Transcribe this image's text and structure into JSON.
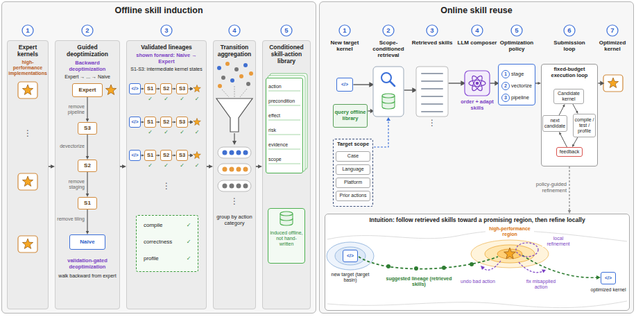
{
  "diagram": {
    "nodes": [
      {
        "text": [
          "Offline skill induction"
        ]
      },
      {
        "text": [
          "Expert kernels",
          "high-performance implementations"
        ],
        "in": 0
      },
      {
        "text": [
          "Guided deoptimization",
          "Backward deoptimization",
          "Expert → ... → Naive",
          "validation-gated deoptimization",
          "walk backward from expert"
        ],
        "in": 0
      },
      {
        "text": [
          "Expert"
        ],
        "in": 2
      },
      {
        "text": [
          "S3"
        ],
        "in": 2
      },
      {
        "text": [
          "S2"
        ],
        "in": 2
      },
      {
        "text": [
          "S1"
        ],
        "in": 2
      },
      {
        "text": [
          "Naive"
        ],
        "in": 2
      },
      {
        "text": [
          "Validated lineages",
          "shown forward: Naive → Expert",
          "S1-S3: intermediate kernel states"
        ],
        "in": 0
      },
      {
        "text": [
          "</>"
        ],
        "in": 8
      },
      {
        "text": [
          "S1"
        ],
        "in": 8
      },
      {
        "text": [
          "S2"
        ],
        "in": 8
      },
      {
        "text": [
          "S3"
        ],
        "in": 8
      },
      {
        "text": [
          "</>"
        ],
        "in": 8
      },
      {
        "text": [
          "S1"
        ],
        "in": 8
      },
      {
        "text": [
          "S2"
        ],
        "in": 8
      },
      {
        "text": [
          "S3"
        ],
        "in": 8
      },
      {
        "text": [
          "</>"
        ],
        "in": 8
      },
      {
        "text": [
          "S1"
        ],
        "in": 8
      },
      {
        "text": [
          "S2"
        ],
        "in": 8
      },
      {
        "text": [
          "S3"
        ],
        "in": 8
      },
      {
        "text": [
          "compile",
          "correctness",
          "profile"
        ],
        "in": 8
      },
      {
        "text": [
          "Transition aggregation",
          "group by action category"
        ],
        "in": 0
      },
      {
        "text": [
          "Conditioned skill-action library"
        ],
        "in": 0
      },
      {
        "text": [
          "action",
          "precondition",
          "effect",
          "risk",
          "evidence",
          "scope"
        ],
        "in": 23
      },
      {
        "text": [
          "induced offline, not hand-written"
        ],
        "in": 23
      },
      {
        "text": [
          "Online skill reuse"
        ]
      },
      {
        "text": [
          "</>"
        ],
        "in": 26
      },
      {
        "text": [
          "query offline library"
        ],
        "in": 26
      },
      {
        "text": [
          "Target scope"
        ],
        "in": 26
      },
      {
        "text": [
          "Case"
        ],
        "in": 29
      },
      {
        "text": [
          "Language"
        ],
        "in": 29
      },
      {
        "text": [
          "Platform"
        ],
        "in": 29
      },
      {
        "text": [
          "Prior actions"
        ],
        "in": 29
      },
      {
        "text": [
          "1",
          "stage",
          "2",
          "vectorize",
          "3",
          "pipeline"
        ],
        "in": 26
      },
      {
        "text": [
          "fixed-budget execution loop"
        ],
        "in": 26
      },
      {
        "text": [
          "Candidate kernel"
        ],
        "in": 35
      },
      {
        "text": [
          "compile / test / profile"
        ],
        "in": 35
      },
      {
        "text": [
          "feedback"
        ],
        "in": 35
      },
      {
        "text": [
          "next candidate"
        ],
        "in": 35
      },
      {
        "text": [
          "Intuition: follow retrieved skills toward a promising region, then refine locally"
        ],
        "in": 26
      },
      {
        "text": [
          "</>"
        ],
        "in": 40
      },
      {
        "text": [
          "</>"
        ],
        "in": 40
      }
    ],
    "edges": [
      {
        "from": 1,
        "to": 2,
        "arrow": "to"
      },
      {
        "from": 2,
        "to": 8,
        "arrow": "to"
      },
      {
        "from": 8,
        "to": 22,
        "arrow": "to"
      },
      {
        "from": 22,
        "to": 23,
        "arrow": "to"
      },
      {
        "from": 3,
        "to": 4,
        "label": "remove pipeline",
        "arrow": "to"
      },
      {
        "from": 4,
        "to": 5,
        "label": "devectorize",
        "arrow": "to"
      },
      {
        "from": 5,
        "to": 6,
        "label": "remove staging",
        "arrow": "to"
      },
      {
        "from": 6,
        "to": 7,
        "label": "remove tiling",
        "arrow": "to"
      },
      {
        "from": 9,
        "to": 10,
        "arrow": "to"
      },
      {
        "from": 10,
        "to": 11,
        "arrow": "to"
      },
      {
        "from": 11,
        "to": 12,
        "arrow": "to"
      },
      {
        "from": 13,
        "to": 14,
        "arrow": "to"
      },
      {
        "from": 14,
        "to": 15,
        "arrow": "to"
      },
      {
        "from": 15,
        "to": 16,
        "arrow": "to"
      },
      {
        "from": 17,
        "to": 18,
        "arrow": "to"
      },
      {
        "from": 18,
        "to": 19,
        "arrow": "to"
      },
      {
        "from": 19,
        "to": 20,
        "arrow": "to"
      },
      {
        "from": 34,
        "to": 35,
        "arrow": "to"
      },
      {
        "from": 36,
        "to": 37,
        "arrow": "to"
      },
      {
        "from": 37,
        "to": 38,
        "arrow": "to"
      },
      {
        "from": 38,
        "to": 39,
        "arrow": "to"
      },
      {
        "from": 39,
        "to": 36,
        "arrow": "to"
      },
      {
        "from": 35,
        "to": 40,
        "label": "policy-guided refinement",
        "arrow": "to"
      }
    ],
    "labels": [
      "1",
      "2",
      "3",
      "4",
      "5",
      "⋮",
      "✓",
      "✓",
      "✓",
      "✓",
      "✓",
      "✓",
      "✓",
      "✓",
      "✓",
      "✓",
      "✓",
      "✓",
      "⋮",
      "✓",
      "✓",
      "✓",
      "⋮",
      "1",
      "2",
      "3",
      "4",
      "5",
      "6",
      "7",
      "New target kernel",
      "Scope-conditioned retrieval",
      "Retrieved skills",
      "LLM composer",
      "Optimization policy",
      "Submission loop",
      "Optimized kernel",
      "⋮",
      "order + adapt skills",
      "new target (target basin)",
      "suggested lineage (retrieved skills)",
      "high-performance region",
      "local refinement",
      "undo bad action",
      "fix misapplied action",
      "optimized kernel"
    ]
  }
}
